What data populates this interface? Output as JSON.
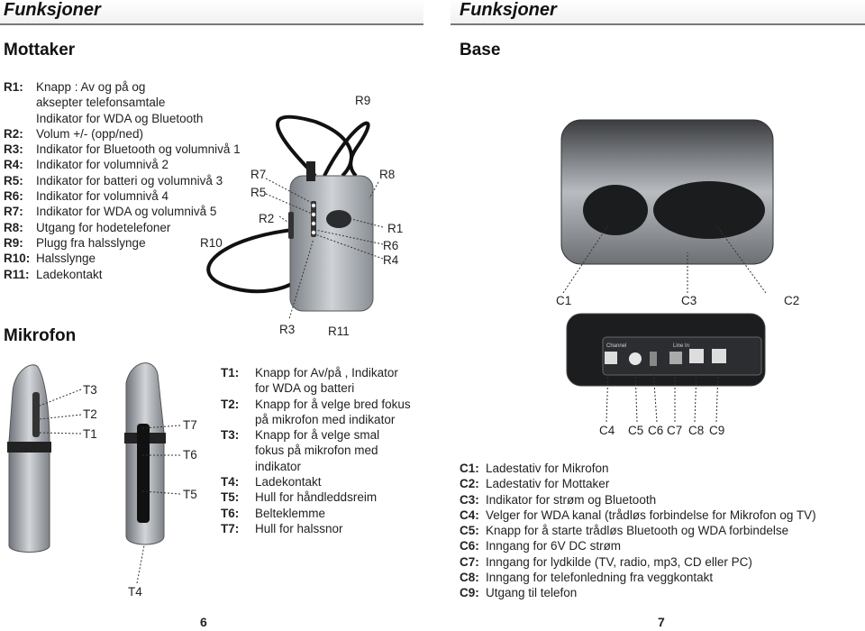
{
  "left_page": {
    "header": "Funksjoner",
    "section_receiver": "Mottaker",
    "receiver_items": [
      {
        "key": "R1:",
        "lines": [
          "Knapp : Av og på og",
          "aksepter telefonsamtale",
          "Indikator for WDA og Bluetooth"
        ]
      },
      {
        "key": "R2:",
        "lines": [
          "Volum +/- (opp/ned)"
        ]
      },
      {
        "key": "R3:",
        "lines": [
          "Indikator for Bluetooth og volumnivå 1"
        ]
      },
      {
        "key": "R4:",
        "lines": [
          "Indikator for volumnivå 2"
        ]
      },
      {
        "key": "R5:",
        "lines": [
          "Indikator for batteri og volumnivå 3"
        ]
      },
      {
        "key": "R6:",
        "lines": [
          "Indikator for volumnivå 4"
        ]
      },
      {
        "key": "R7:",
        "lines": [
          "Indikator for WDA og volumnivå 5"
        ]
      },
      {
        "key": "R8:",
        "lines": [
          "Utgang for hodetelefoner"
        ]
      },
      {
        "key": "R9:",
        "lines": [
          "Plugg fra halsslynge"
        ]
      },
      {
        "key": "R10:",
        "lines": [
          "Halsslynge"
        ]
      },
      {
        "key": "R11:",
        "lines": [
          "Ladekontakt"
        ]
      }
    ],
    "receiver_labels": {
      "r10": "R10",
      "r7": "R7",
      "r5": "R5",
      "r2": "R2",
      "r9": "R9",
      "r8": "R8",
      "r1": "R1",
      "r6": "R6",
      "r4": "R4",
      "r3": "R3",
      "r11": "R11"
    },
    "section_mic": "Mikrofon",
    "mic_labels": {
      "t3": "T3",
      "t2": "T2",
      "t1": "T1",
      "t7": "T7",
      "t6": "T6",
      "t5": "T5",
      "t4": "T4"
    },
    "mic_items": [
      {
        "key": "T1:",
        "lines": [
          "Knapp for Av/på , Indikator",
          "for WDA og batteri"
        ]
      },
      {
        "key": "T2:",
        "lines": [
          "Knapp for å velge bred fokus",
          "på mikrofon med indikator"
        ]
      },
      {
        "key": "T3:",
        "lines": [
          "Knapp for å velge smal",
          "fokus på mikrofon med",
          "indikator"
        ]
      },
      {
        "key": "T4:",
        "lines": [
          "Ladekontakt"
        ]
      },
      {
        "key": "T5:",
        "lines": [
          "Hull for håndleddsreim"
        ]
      },
      {
        "key": "T6:",
        "lines": [
          "Belteklemme"
        ]
      },
      {
        "key": "T7:",
        "lines": [
          "Hull for halssnor"
        ]
      }
    ],
    "page_number": "6"
  },
  "right_page": {
    "header": "Funksjoner",
    "section_base": "Base",
    "base_top_labels": {
      "c1": "C1",
      "c3": "C3",
      "c2": "C2"
    },
    "base_back_labels": {
      "c4": "C4",
      "c5": "C5",
      "c6": "C6",
      "c7": "C7",
      "c8": "C8",
      "c9": "C9"
    },
    "base_items": [
      {
        "key": "C1:",
        "text": "Ladestativ for Mikrofon"
      },
      {
        "key": "C2:",
        "text": "Ladestativ for Mottaker"
      },
      {
        "key": "C3:",
        "text": "Indikator for strøm og Bluetooth"
      },
      {
        "key": "C4:",
        "text": "Velger for WDA kanal (trådløs forbindelse for Mikrofon og TV)"
      },
      {
        "key": "C5:",
        "text": "Knapp for å starte trådløs Bluetooth og WDA forbindelse"
      },
      {
        "key": "C6:",
        "text": "Inngang for 6V DC strøm"
      },
      {
        "key": "C7:",
        "text": "Inngang for lydkilde (TV, radio, mp3, CD eller PC)"
      },
      {
        "key": "C8:",
        "text": "Inngang for telefonledning fra veggkontakt"
      },
      {
        "key": "C9:",
        "text": "Utgang til telefon"
      }
    ],
    "page_number": "7",
    "panel_text": {
      "channel": "Channel",
      "line_in": "Line In"
    }
  },
  "colors": {
    "text": "#222222",
    "device_silver": "#9ea3a8",
    "device_dark": "#2a2c2e",
    "base_dark": "#1c1d1f"
  }
}
